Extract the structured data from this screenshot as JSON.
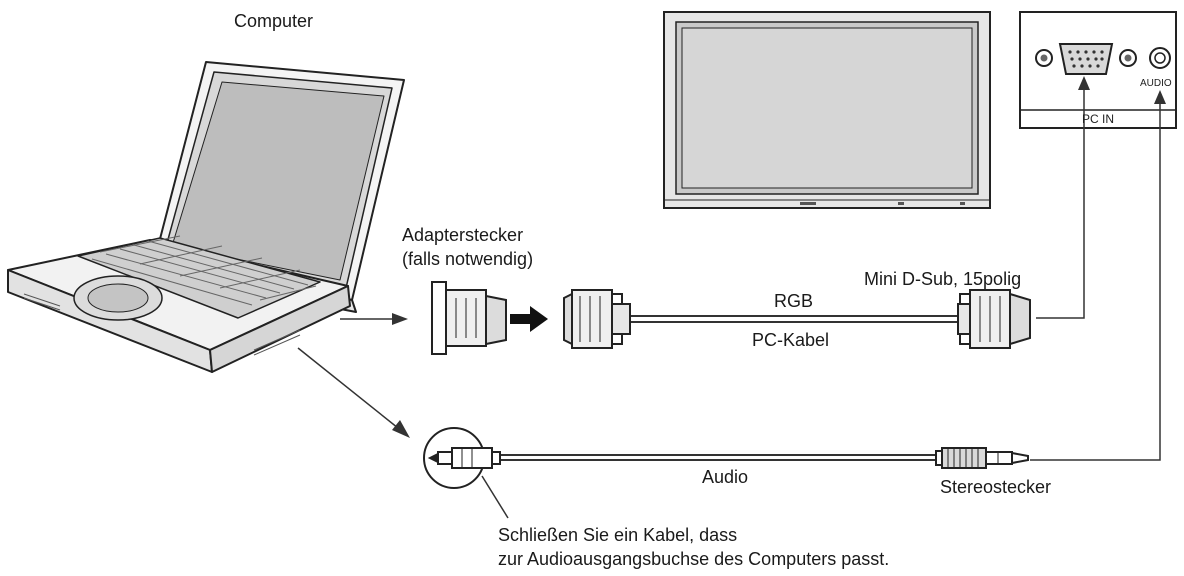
{
  "labels": {
    "computer": "Computer",
    "adapter_line1": "Adapterstecker",
    "adapter_line2": "(falls notwendig)",
    "rgb": "RGB",
    "pc_cable": "PC-Kabel",
    "mini_dsub": "Mini D-Sub, 15polig",
    "audio": "Audio",
    "stereo_plug": "Stereostecker",
    "note_line1": "Schließen Sie ein Kabel, dass",
    "note_line2": "zur Audioausgangsbuchse des Computers passt.",
    "pc_in": "PC IN",
    "audio_port": "AUDIO"
  },
  "icons": [
    "laptop-icon",
    "display-icon",
    "connector-panel-icon",
    "adapter-plug-icon",
    "vga-plug-icon",
    "audio-jack-icon",
    "arrow-icon"
  ]
}
